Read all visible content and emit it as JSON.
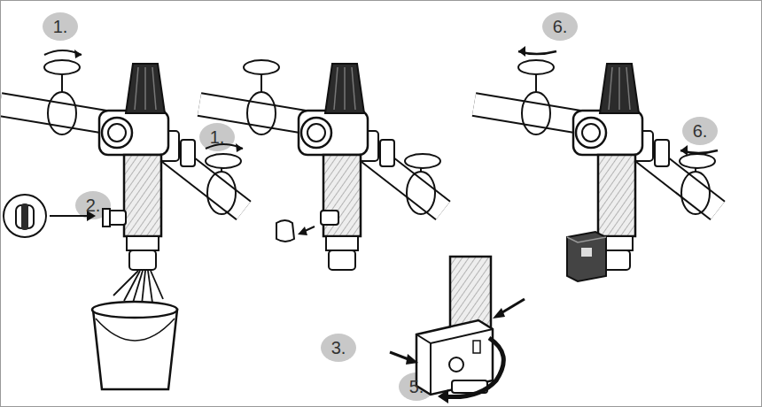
{
  "diagram": {
    "labels": [
      "1.",
      "1.",
      "2.",
      "3.",
      "5.",
      "6.",
      "6."
    ]
  }
}
